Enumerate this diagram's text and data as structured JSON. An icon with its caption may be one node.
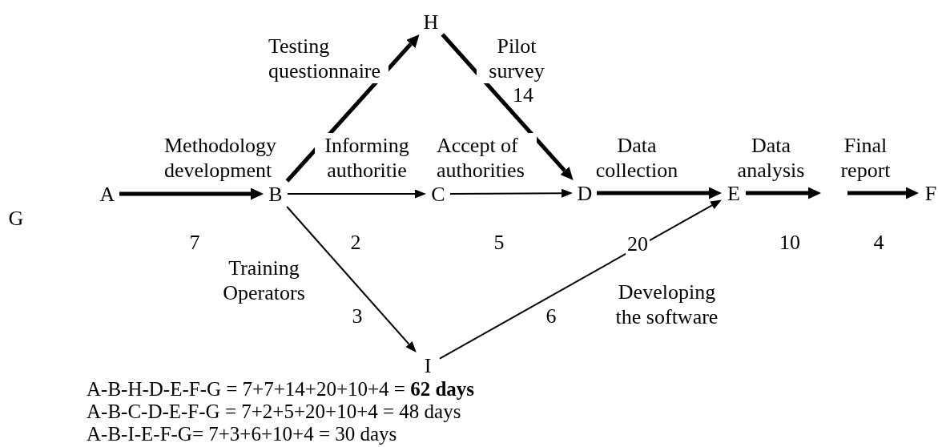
{
  "diagram": {
    "nodes": [
      {
        "text": [
          "H"
        ]
      },
      {
        "text": [
          "A"
        ]
      },
      {
        "text": [
          "B"
        ]
      },
      {
        "text": [
          "C"
        ]
      },
      {
        "text": [
          "D"
        ]
      },
      {
        "text": [
          "E"
        ]
      },
      {
        "text": [
          "F"
        ]
      },
      {
        "text": [
          "I"
        ]
      }
    ],
    "edges": [
      {
        "from": 1,
        "to": 2,
        "arrow": "to",
        "label": "Methodology development"
      },
      {
        "from": 2,
        "to": 0,
        "arrow": "to",
        "label": "Testing questionnaire"
      },
      {
        "from": 0,
        "to": 4,
        "arrow": "to",
        "label": "Pilot survey"
      },
      {
        "from": 2,
        "to": 3,
        "arrow": "to",
        "label": "Informing authoritie"
      },
      {
        "from": 3,
        "to": 4,
        "arrow": "to",
        "label": "Accept of authorities"
      },
      {
        "from": 4,
        "to": 5,
        "arrow": "to",
        "label": "Data collection"
      },
      {
        "from": 5,
        "to": null,
        "arrow": "to",
        "label": "Data analysis"
      },
      {
        "from": null,
        "to": 6,
        "arrow": "to",
        "label": "Final report"
      },
      {
        "from": 2,
        "to": 7,
        "arrow": "to",
        "label": "Training Operators"
      },
      {
        "from": 7,
        "to": 5,
        "arrow": "to",
        "label": "Developing the software"
      }
    ],
    "labels": [
      "14",
      "G",
      "7",
      "2",
      "5",
      "20",
      "10",
      "4",
      "3",
      "6",
      "A-B-H-D-E-F-G = 7+7+14+20+10+4 = **62 days**",
      "A-B-C-D-E-F-G = 7+2+5+20+10+4 = 48 days",
      "A-B-I-E-F-G= 7+3+6+10+4 = 30 days"
    ]
  }
}
